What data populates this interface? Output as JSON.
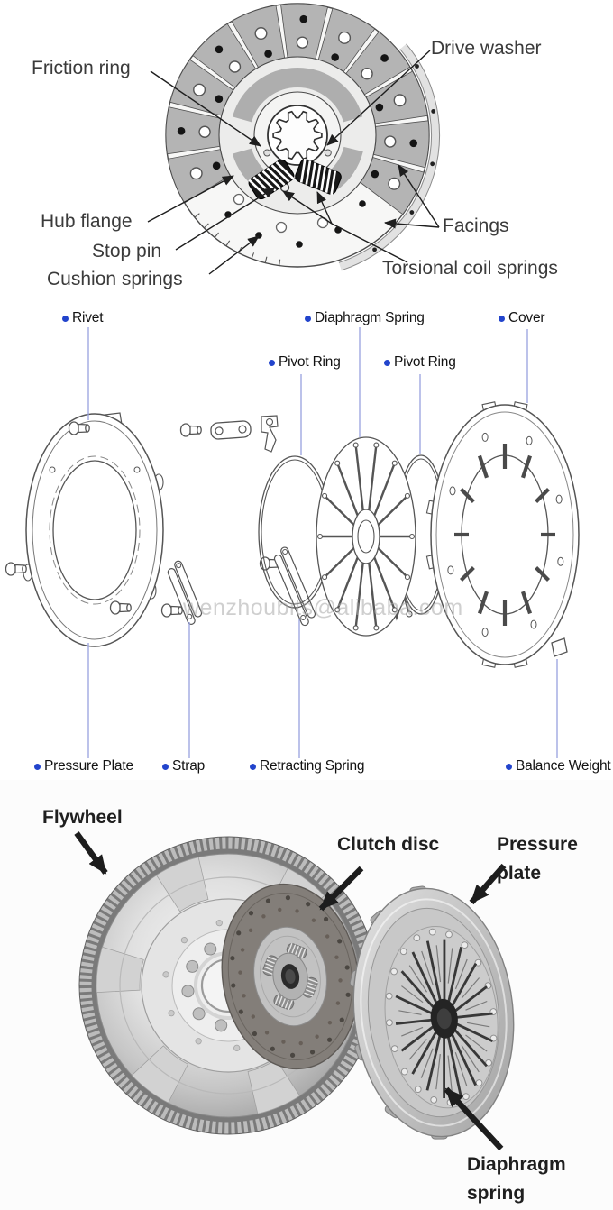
{
  "watermark": "wenzhoubits@alibaba.com",
  "colors": {
    "bullet_blue": "#2244cc",
    "leader_blue": "#97a1de",
    "diagram_ink": "#3b3b3b",
    "photo_label_ink": "#1f1f1f",
    "friction_pad_gray": "#b4b4b4"
  },
  "top_diagram": {
    "labels": [
      "Friction ring",
      "Drive washer",
      "Hub flange",
      "Stop pin",
      "Cushion springs",
      "Facings",
      "Torsional coil springs"
    ]
  },
  "middle_diagram": {
    "row_top": [
      "Rivet",
      "Diaphragm Spring",
      "Cover"
    ],
    "row_pivot": [
      "Pivot Ring",
      "Pivot Ring"
    ],
    "row_bottom": [
      "Pressure Plate",
      "Strap",
      "Retracting Spring",
      "Balance Weight"
    ]
  },
  "bottom_photo": {
    "labels": [
      "Flywheel",
      "Clutch disc",
      "Pressure plate",
      "Diaphragm spring"
    ]
  }
}
